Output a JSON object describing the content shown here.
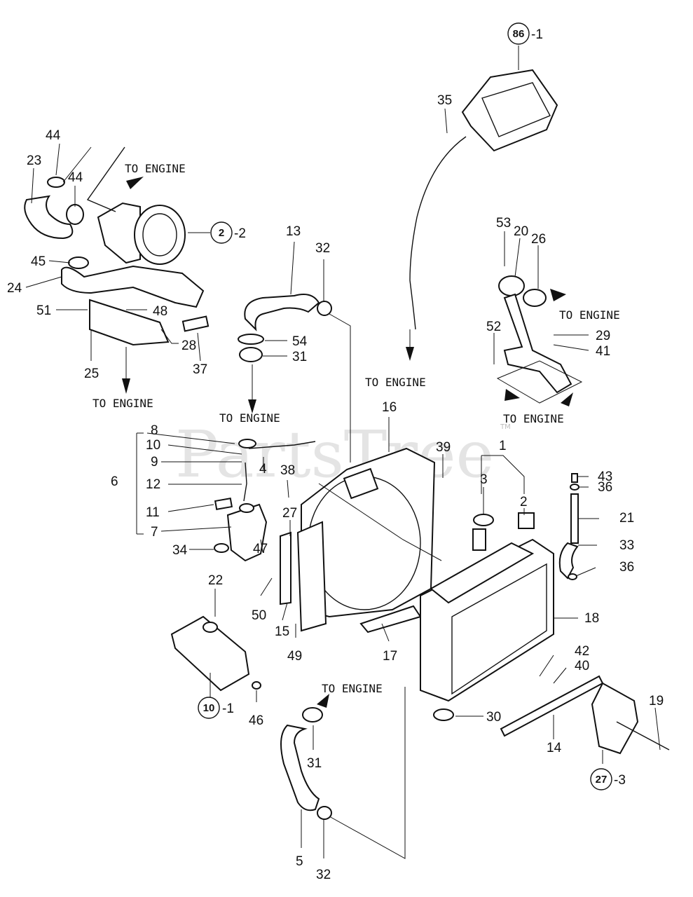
{
  "watermark": {
    "text": "PartsTree",
    "tm": "TM"
  },
  "directions": {
    "engine_top_left": "TO ENGINE",
    "engine_bracket": "TO ENGINE",
    "engine_mid_left": "TO ENGINE",
    "engine_cable": "TO ENGINE",
    "engine_right_upper": "TO ENGINE",
    "engine_right_lower": "TO ENGINE",
    "engine_bottom": "TO ENGINE"
  },
  "callouts": {
    "c1": "1",
    "c2": "2",
    "c3": "3",
    "c4": "4",
    "c5": "5",
    "c6": "6",
    "c7": "7",
    "c8": "8",
    "c9": "9",
    "c10": "10",
    "c11": "11",
    "c12": "12",
    "c13": "13",
    "c14": "14",
    "c15": "15",
    "c16": "16",
    "c17": "17",
    "c18": "18",
    "c19": "19",
    "c20": "20",
    "c21": "21",
    "c22": "22",
    "c23": "23",
    "c24": "24",
    "c25": "25",
    "c26": "26",
    "c27": "27",
    "c28": "28",
    "c29": "29",
    "c30": "30",
    "c31a": "31",
    "c31b": "31",
    "c32a": "32",
    "c32b": "32",
    "c33": "33",
    "c34": "34",
    "c35": "35",
    "c36a": "36",
    "c36b": "36",
    "c37": "37",
    "c38": "38",
    "c39": "39",
    "c40": "40",
    "c41": "41",
    "c42": "42",
    "c43": "43",
    "c44a": "44",
    "c44b": "44",
    "c45": "45",
    "c46": "46",
    "c47": "47",
    "c48": "48",
    "c49": "49",
    "c50": "50",
    "c51": "51",
    "c52": "52",
    "c53": "53",
    "c54": "54"
  },
  "circled_refs": {
    "r86": {
      "num": "86",
      "suffix": "-1"
    },
    "r2": {
      "num": "2",
      "suffix": "-2"
    },
    "r10": {
      "num": "10",
      "suffix": "-1"
    },
    "r27": {
      "num": "27",
      "suffix": "-3"
    }
  }
}
